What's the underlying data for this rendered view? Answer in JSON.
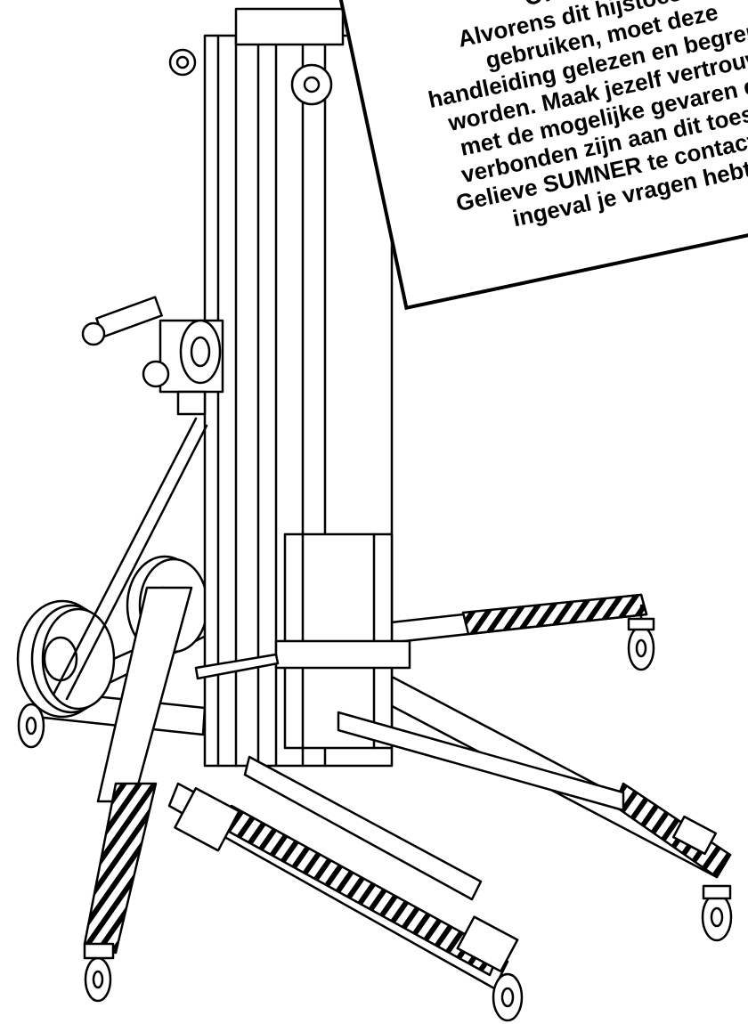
{
  "warning": {
    "heading": "OPGEPAST",
    "lines": [
      "Alvorens dit hijstoestel te",
      "gebruiken, moet deze",
      "handleiding gelezen en begrepen",
      "worden. Maak jezelf vertrouwd",
      "met de mogelijke gevaren die",
      "verbonden zijn aan dit toestel.",
      "Gelieve SUMNER te contacteren",
      "ingeval je vragen hebt."
    ]
  },
  "illustration": {
    "subject": "material-lift-line-drawing",
    "stroke_color": "#000000",
    "fill_color": "#ffffff"
  }
}
